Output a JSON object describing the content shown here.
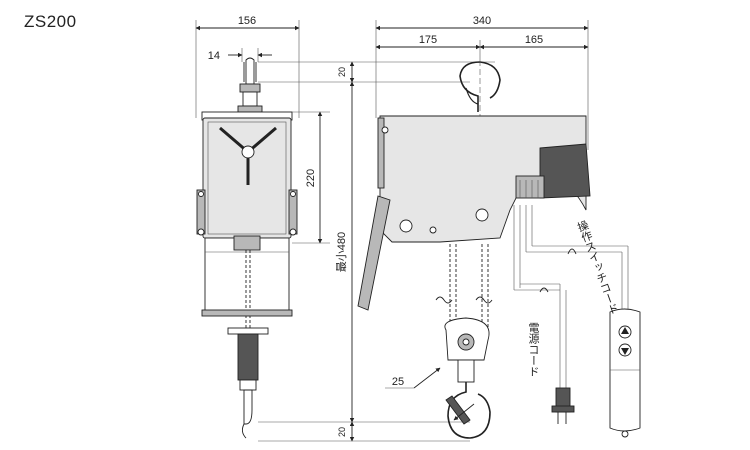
{
  "diagram": {
    "model": "ZS200",
    "dimensions": {
      "front_width": "156",
      "top_hook_width": "14",
      "side_total": "340",
      "side_left": "175",
      "side_right": "165",
      "top_gap": "20",
      "body_height": "220",
      "min_length": "最小480",
      "bottom_gap": "20",
      "hook_opening": "25"
    },
    "labels": {
      "switch_cord": "操作スイッチコード",
      "power_cord": "電源コード"
    }
  }
}
